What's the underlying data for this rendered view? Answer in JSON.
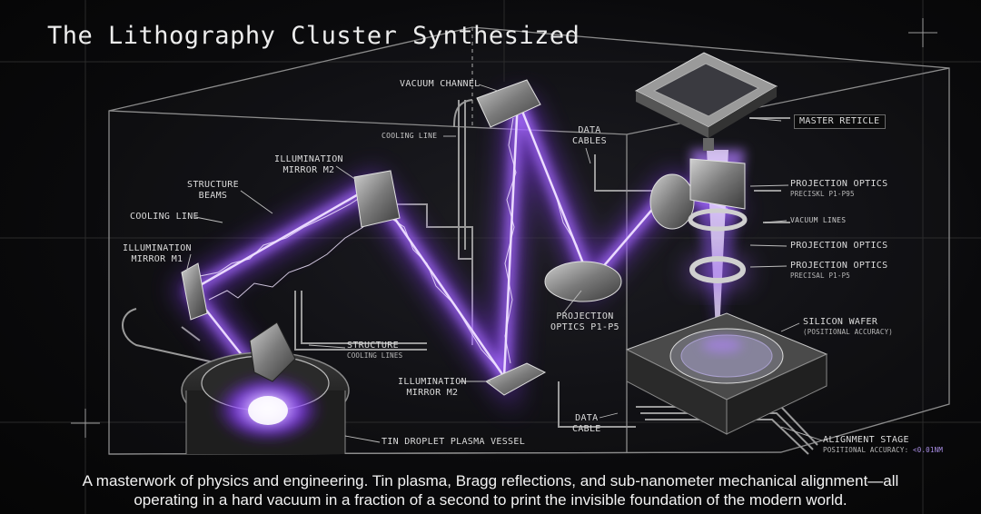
{
  "title": "The Lithography Cluster Synthesized",
  "labels": {
    "vacuum_channel": "VACUUM CHANNEL",
    "cooling_line_top": "COOLING LINE",
    "data_cables_top": [
      "DATA",
      "CABLES"
    ],
    "master_reticle": "MASTER RETICLE",
    "illum_mirror_m2_top": [
      "ILLUMINATION",
      "MIRROR M2"
    ],
    "structure_beams": [
      "STRUCTURE",
      "BEAMS"
    ],
    "cooling_line_left": "COOLING LINE",
    "illum_mirror_m1": [
      "ILLUMINATION",
      "MIRROR M1"
    ],
    "projection_optics_1": "PROJECTION OPTICS",
    "projection_optics_1_sub": "PRECISKL P1-P95",
    "vacuum_lines": "VACUUM LINES",
    "projection_optics_2": "PROJECTION OPTICS",
    "projection_optics_3": "PROJECTION OPTICS",
    "projection_optics_3_sub": "PRECISAL P1-P5",
    "projection_optics_center": [
      "PROJECTION",
      "OPTICS P1-P5"
    ],
    "silicon_wafer": "SILICON WAFER",
    "silicon_wafer_sub": "(POSITIONAL ACCURACY)",
    "structure_cooling": "STRUCTURE",
    "structure_cooling_sub": "COOLING LINES",
    "illum_mirror_m2_bottom": [
      "ILLUMINATION",
      "MIRROR M2"
    ],
    "data_cable_bottom": [
      "DATA",
      "CABLE"
    ],
    "tin_droplet": "TIN DROPLET PLASMA VESSEL",
    "alignment_stage": "ALIGNMENT STAGE",
    "alignment_stage_sub_label": "POSITIONAL ACCURACY:",
    "alignment_stage_sub_value": "<0.01NM"
  },
  "caption": [
    "A masterwork of physics and engineering. Tin plasma, Bragg reflections, and sub-nanometer mechanical alignment—all",
    "operating in a hard vacuum in a fraction of a second to print the invisible foundation of the modern world."
  ],
  "colors": {
    "background": "#060606",
    "beam": "#9b5cff",
    "beam_core": "#e6d6ff",
    "line": "#8a8a8a",
    "accent_text": "#a98ee6"
  }
}
